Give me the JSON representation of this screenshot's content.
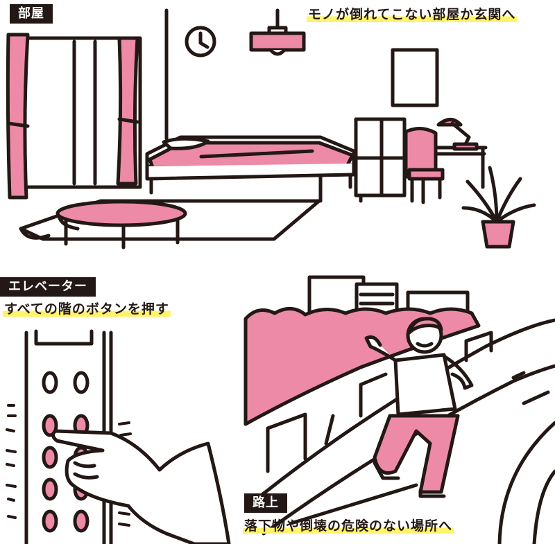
{
  "sections": {
    "room": {
      "label": "部屋",
      "caption": "モノが倒れてこない部屋か玄関へ"
    },
    "elevator": {
      "label": "エレベーター",
      "caption": "すべての階のボタンを押す"
    },
    "street": {
      "label": "路上",
      "caption": "落下物や倒壊の危険のない場所へ"
    }
  },
  "colors": {
    "pink": "#ec8aa8",
    "ink": "#231815",
    "highlight": "#fff36b"
  }
}
